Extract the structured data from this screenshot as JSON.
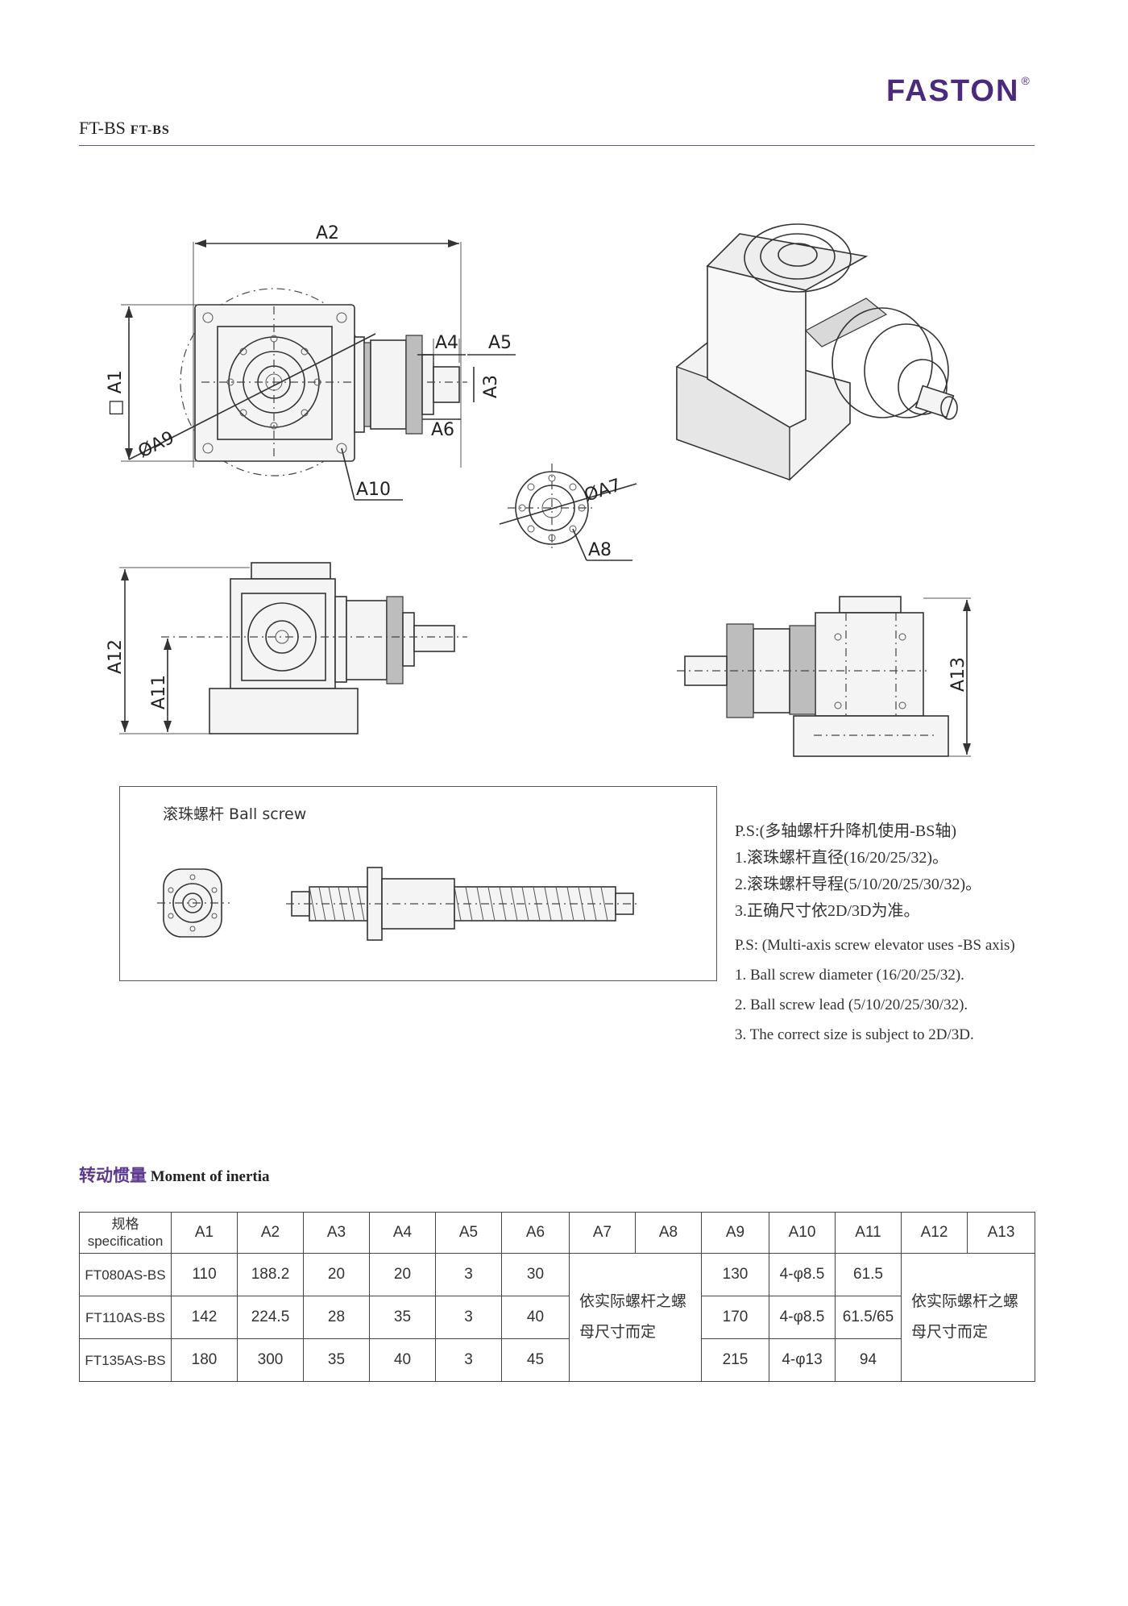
{
  "header": {
    "brand": "FASTON",
    "brand_mark": "®",
    "model": "FT-BS",
    "model_sub": "FT-BS",
    "accent_color": "#4b2a7b"
  },
  "drawing_labels": {
    "a1": "A1",
    "a2": "A2",
    "a3": "A3",
    "a4": "A4",
    "a5": "A5",
    "a6": "A6",
    "a7": "A7",
    "a8": "A8",
    "a9": "A9",
    "a10": "A10",
    "a11": "A11",
    "a12": "A12",
    "a13": "A13",
    "square_symbol": "□",
    "dia_symbol": "Ø"
  },
  "ball_screw": {
    "title": "滚珠螺杆 Ball screw"
  },
  "notes": {
    "cn": [
      "P.S:(多轴螺杆升降机使用-BS轴)",
      "1.滚珠螺杆直径(16/20/25/32)。",
      "2.滚珠螺杆导程(5/10/20/25/30/32)。",
      "3.正确尺寸依2D/3D为准。"
    ],
    "en": [
      "P.S: (Multi-axis screw elevator uses -BS axis)",
      "1. Ball screw diameter (16/20/25/32).",
      "2. Ball screw lead (5/10/20/25/30/32).",
      "3. The correct size is subject to 2D/3D."
    ]
  },
  "table": {
    "title_cn": "转动惯量",
    "title_en": "Moment of inertia",
    "spec_header_cn": "规格",
    "spec_header_en": "specification",
    "columns": [
      "A1",
      "A2",
      "A3",
      "A4",
      "A5",
      "A6",
      "A7",
      "A8",
      "A9",
      "A10",
      "A11",
      "A12",
      "A13"
    ],
    "rows": [
      {
        "spec": "FT080AS-BS",
        "a1": "110",
        "a2": "188.2",
        "a3": "20",
        "a4": "20",
        "a5": "3",
        "a6": "30",
        "a9": "130",
        "a10": "4-φ8.5",
        "a11": "61.5"
      },
      {
        "spec": "FT110AS-BS",
        "a1": "142",
        "a2": "224.5",
        "a3": "28",
        "a4": "35",
        "a5": "3",
        "a6": "40",
        "a9": "170",
        "a10": "4-φ8.5",
        "a11": "61.5/65"
      },
      {
        "spec": "FT135AS-BS",
        "a1": "180",
        "a2": "300",
        "a3": "35",
        "a4": "40",
        "a5": "3",
        "a6": "45",
        "a9": "215",
        "a10": "4-φ13",
        "a11": "94"
      }
    ],
    "merged_note_line1": "依实际螺杆之螺",
    "merged_note_line2": "母尺寸而定"
  }
}
